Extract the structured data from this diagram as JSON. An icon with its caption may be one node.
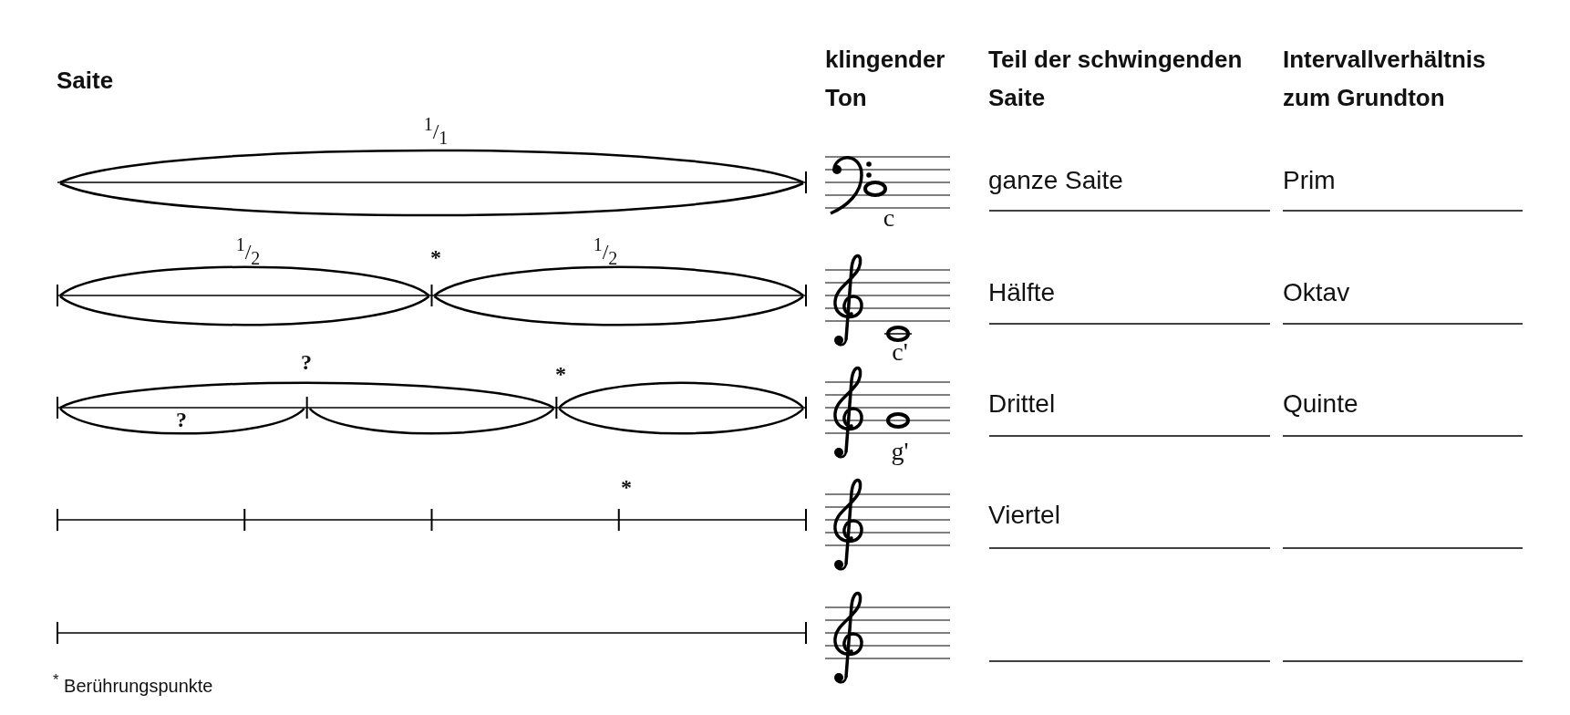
{
  "diagram": {
    "labels": [
      "Saite",
      "klingender Ton",
      "Teil der schwingenden Saite",
      "Intervallverhältnis zum Grundton",
      "$^{1}$/$_{1}$",
      "ganze Saite",
      "Prim",
      "c",
      "$^{1}$/$_{2}$",
      "*",
      "$^{1}$/$_{2}$",
      "Hälfte",
      "Oktav",
      "c'",
      "?",
      "*",
      "?",
      "Drittel",
      "Quinte",
      "g'",
      "*",
      "Viertel",
      "$^{*}$ Berührungspunkte"
    ]
  }
}
